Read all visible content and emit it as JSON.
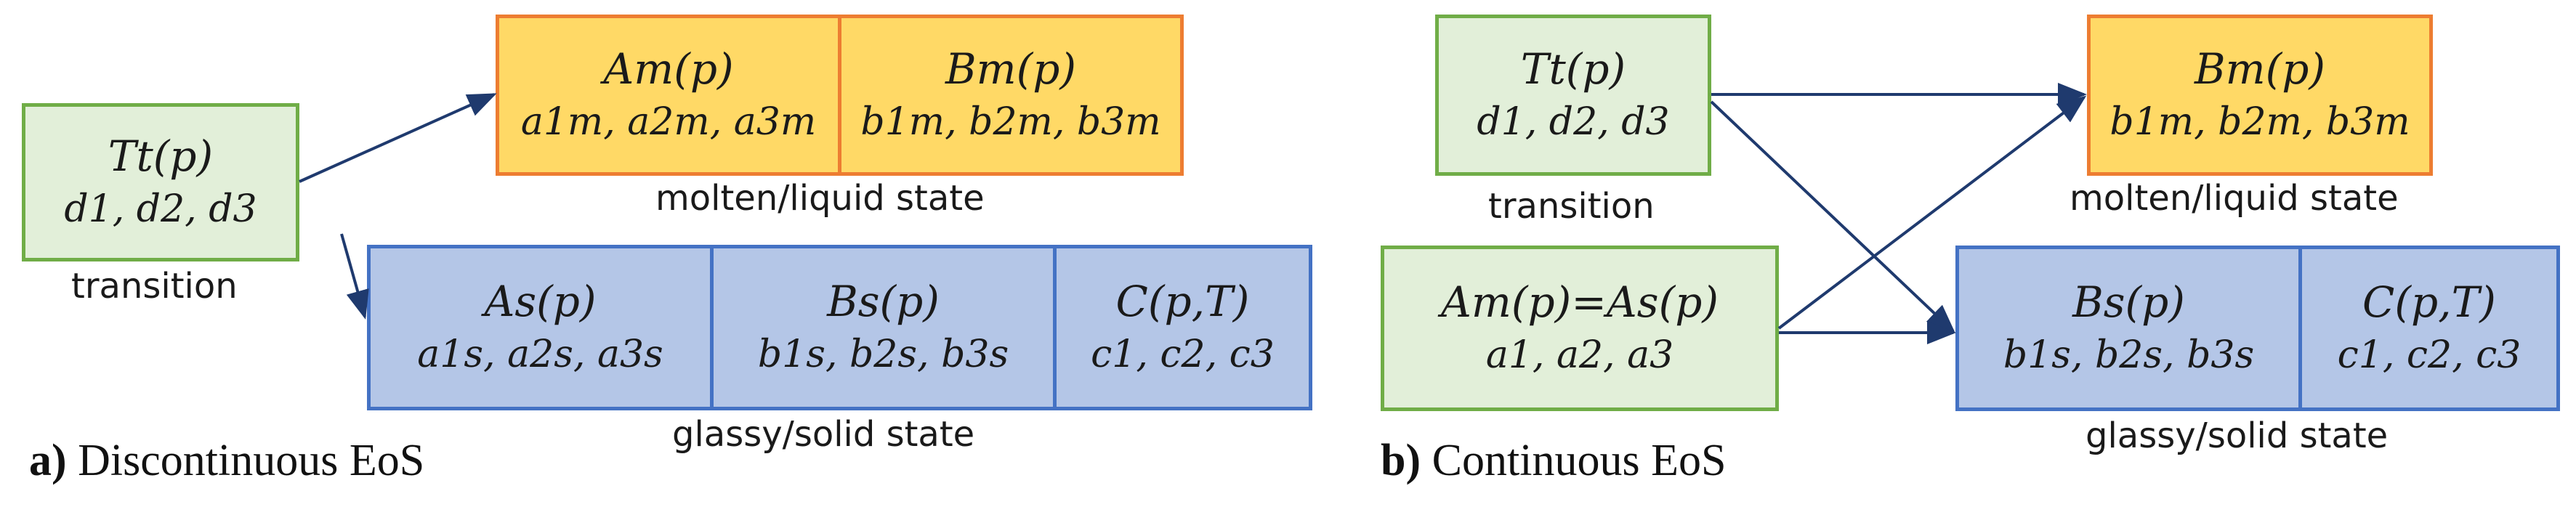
{
  "panel_a": {
    "caption_letter": "a)",
    "caption_text": "Discontinuous EoS",
    "transition_box": {
      "func": "Tt(p)",
      "params": "d1, d2, d3"
    },
    "transition_label": "transition",
    "molten_boxes": [
      {
        "func": "Am(p)",
        "params": "a1m, a2m, a3m"
      },
      {
        "func": "Bm(p)",
        "params": "b1m, b2m, b3m"
      }
    ],
    "molten_label": "molten/liquid state",
    "solid_boxes": [
      {
        "func": "As(p)",
        "params": "a1s, a2s, a3s"
      },
      {
        "func": "Bs(p)",
        "params": "b1s, b2s, b3s"
      },
      {
        "func": "C(p,T)",
        "params": "c1, c2, c3"
      }
    ],
    "solid_label": "glassy/solid state"
  },
  "panel_b": {
    "caption_letter": "b)",
    "caption_text": "Continuous EoS",
    "transition_box": {
      "func": "Tt(p)",
      "params": "d1, d2, d3"
    },
    "transition_label": "transition",
    "shared_box": {
      "func": "Am(p)=As(p)",
      "params": "a1, a2, a3"
    },
    "molten_boxes": [
      {
        "func": "Bm(p)",
        "params": "b1m, b2m, b3m"
      }
    ],
    "molten_label": "molten/liquid state",
    "solid_boxes": [
      {
        "func": "Bs(p)",
        "params": "b1s, b2s, b3s"
      },
      {
        "func": "C(p,T)",
        "params": "c1, c2, c3"
      }
    ],
    "solid_label": "glassy/solid state"
  },
  "colors": {
    "transition_fill": "#e2efd9",
    "transition_border": "#70ad47",
    "molten_fill": "#ffd966",
    "molten_border": "#ed7d31",
    "solid_fill": "#b4c6e7",
    "solid_border": "#4472c4",
    "arrow": "#1f3a6e"
  }
}
